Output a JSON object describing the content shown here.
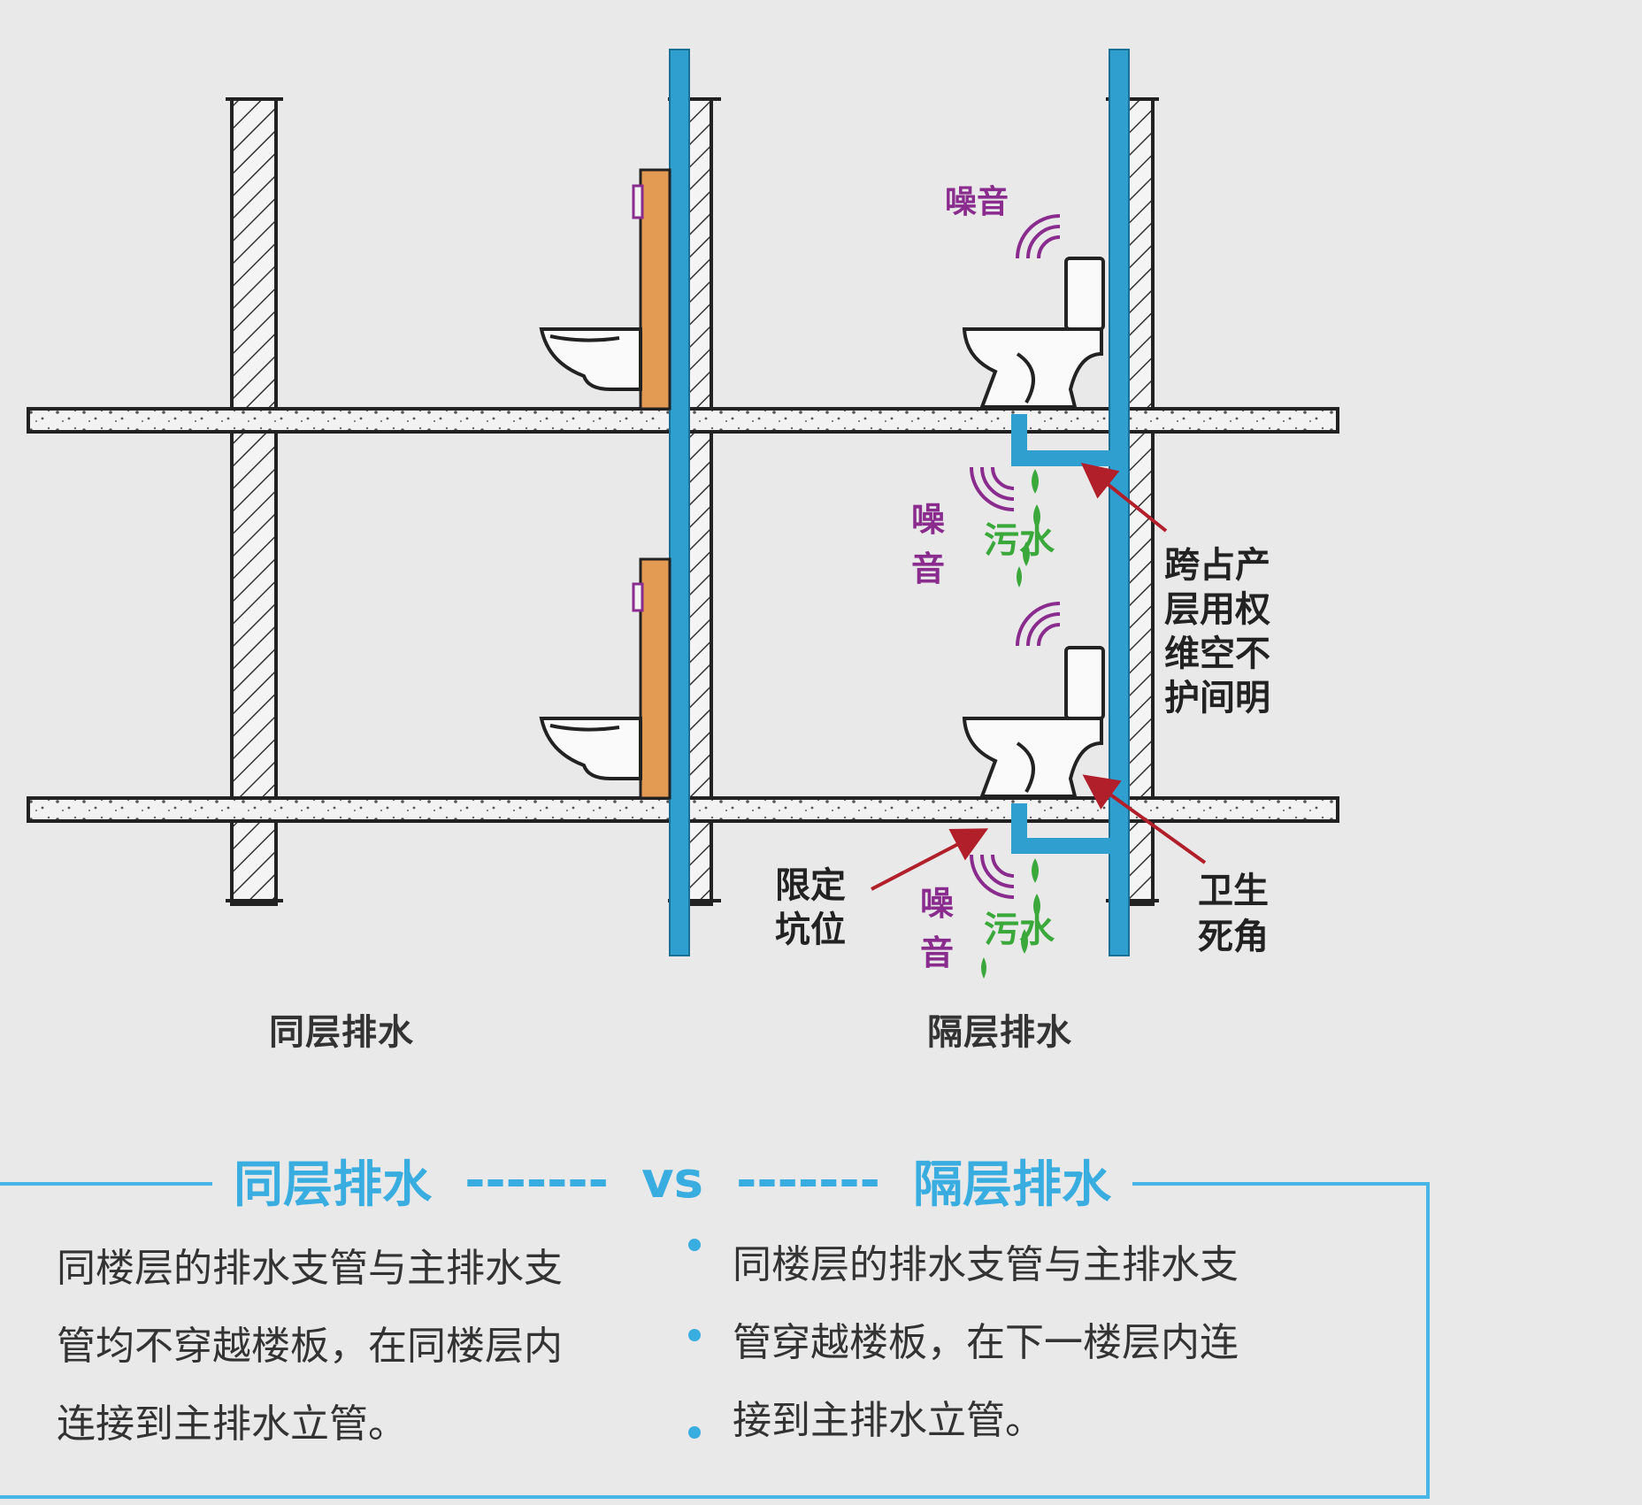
{
  "diagram": {
    "left_caption": "同层排水",
    "right_caption": "隔层排水",
    "noise_label": "噪音",
    "noise_label_vertical": [
      "噪",
      "音"
    ],
    "sewage_label": "污水",
    "annotation_cross_floor": [
      "跨占产",
      "层用权",
      "维空不",
      "护间明"
    ],
    "annotation_limit": [
      "限定",
      "坑位"
    ],
    "annotation_dead_corner": [
      "卫生",
      "死角"
    ]
  },
  "comparison": {
    "left_title": "同层排水",
    "separator_left": "-------",
    "vs": "vs",
    "separator_right": "-------",
    "right_title": "隔层排水",
    "left_text": [
      "同楼层的排水支管与主排水支",
      "管均不穿越楼板，在同楼层内",
      "连接到主排水立管。"
    ],
    "right_text": [
      "同楼层的排水支管与主排水支",
      "管穿越楼板，在下一楼层内连",
      "接到主排水立管。"
    ]
  },
  "colors": {
    "pipe": "#2f9fd0",
    "tank": "#e39a52",
    "noise": "#8a2c8e",
    "sewage": "#3aa83a",
    "arrow": "#b11f2a",
    "accent": "#39ade0"
  }
}
